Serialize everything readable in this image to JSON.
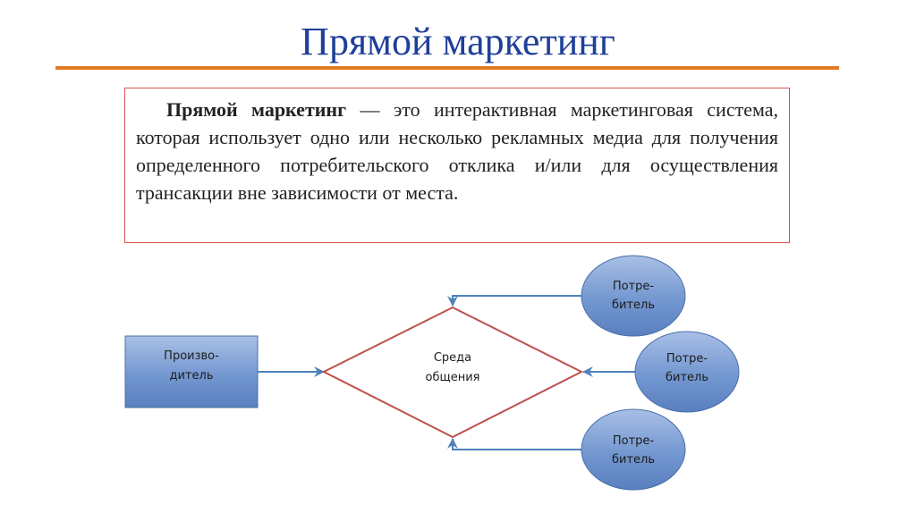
{
  "title": "Прямой маркетинг",
  "definition": {
    "term": "Прямой маркетинг",
    "body": " — это интерактивная маркетинговая система, которая использует одно или несколько рекламных медиа для получения определенного потребительского отклика и/или для осуществления трансакции вне зависимости от места."
  },
  "diagram": {
    "producer": {
      "line1": "Произво-",
      "line2": "дитель"
    },
    "medium": {
      "line1": "Среда",
      "line2": "общения"
    },
    "consumers": [
      {
        "line1": "Потре-",
        "line2": "битель"
      },
      {
        "line1": "Потре-",
        "line2": "битель"
      },
      {
        "line1": "Потре-",
        "line2": "битель"
      }
    ]
  },
  "colors": {
    "title": "#1f3f99",
    "rule": "#e07a1e",
    "box_border": "#d9534f",
    "diamond": "#c0504d",
    "node_fill": "#6d8ec7",
    "arrow": "#4f81bd"
  }
}
